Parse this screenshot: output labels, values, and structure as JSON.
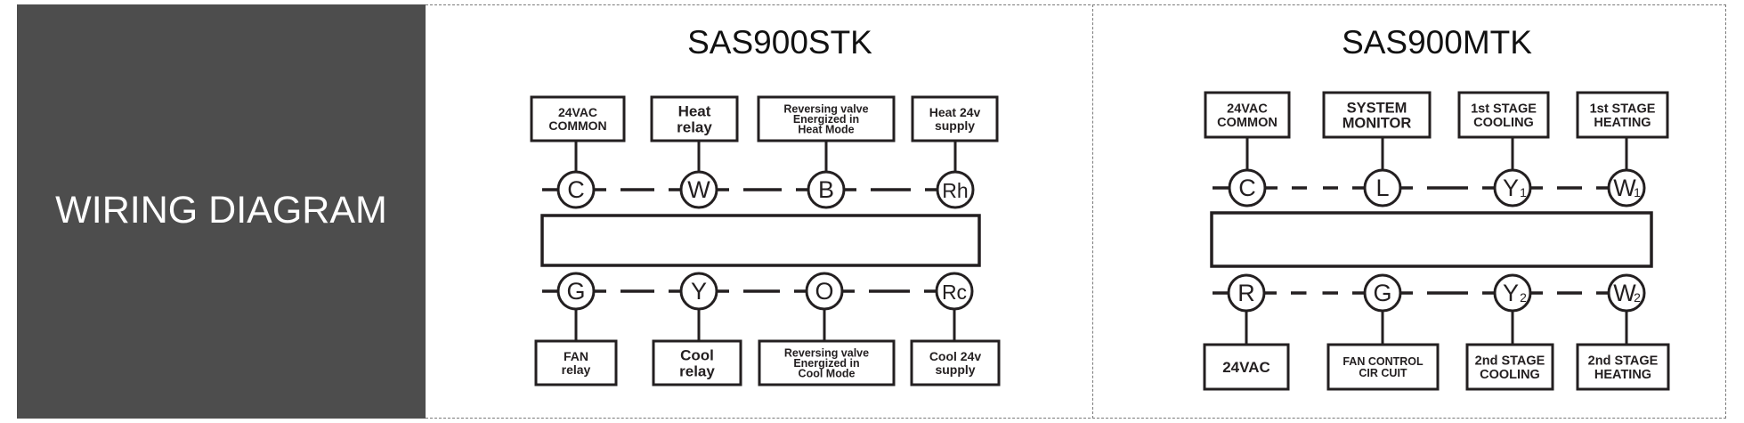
{
  "side_panel": {
    "title": "WIRING DIAGRAM",
    "background": "#4d4d4d"
  },
  "line_color": "#231f20",
  "diagrams": [
    {
      "model": "SAS900STK",
      "top_row": [
        {
          "terminal": "C",
          "sub": "",
          "label": [
            "24VAC",
            "COMMON"
          ]
        },
        {
          "terminal": "W",
          "sub": "",
          "label": [
            "Heat",
            "relay"
          ]
        },
        {
          "terminal": "B",
          "sub": "",
          "label": [
            "Reversing  valve",
            "Energized  in",
            "Heat  Mode"
          ]
        },
        {
          "terminal": "Rh",
          "sub": "",
          "label": [
            "Heat  24v",
            "supply"
          ]
        }
      ],
      "bottom_row": [
        {
          "terminal": "G",
          "sub": "",
          "label": [
            "FAN",
            "relay"
          ]
        },
        {
          "terminal": "Y",
          "sub": "",
          "label": [
            "Cool",
            "relay"
          ]
        },
        {
          "terminal": "O",
          "sub": "",
          "label": [
            "Reversing  valve",
            "Energized  in",
            "Cool  Mode"
          ]
        },
        {
          "terminal": "Rc",
          "sub": "",
          "label": [
            "Cool  24v",
            "supply"
          ]
        }
      ]
    },
    {
      "model": "SAS900MTK",
      "top_row": [
        {
          "terminal": "C",
          "sub": "",
          "label": [
            "24VAC",
            "COMMON"
          ]
        },
        {
          "terminal": "L",
          "sub": "",
          "label": [
            "SYSTEM",
            "MONITOR"
          ]
        },
        {
          "terminal": "Y",
          "sub": "1",
          "label": [
            "1st STAGE",
            "COOLING"
          ]
        },
        {
          "terminal": "W",
          "sub": "1",
          "label": [
            "1st STAGE",
            "HEATING"
          ]
        }
      ],
      "bottom_row": [
        {
          "terminal": "R",
          "sub": "",
          "label": [
            "24VAC"
          ]
        },
        {
          "terminal": "G",
          "sub": "",
          "label": [
            "FAN  CONTROL",
            "CIR  CUIT"
          ]
        },
        {
          "terminal": "Y",
          "sub": "2",
          "label": [
            "2nd STAGE",
            "COOLING"
          ]
        },
        {
          "terminal": "W",
          "sub": "2",
          "label": [
            "2nd STAGE",
            "HEATING"
          ]
        }
      ]
    }
  ]
}
